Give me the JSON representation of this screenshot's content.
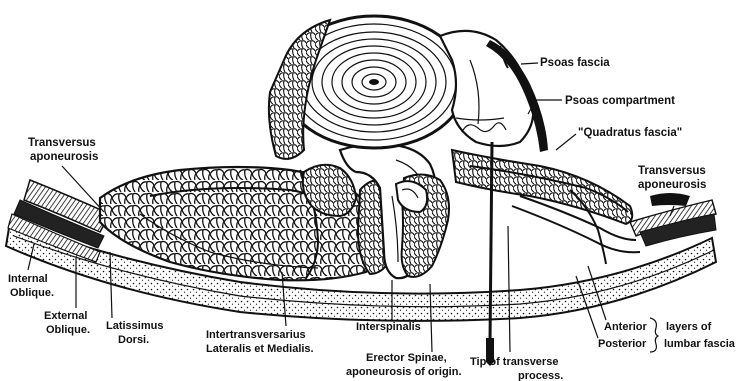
{
  "labels": {
    "psoas_fascia": "Psoas fascia",
    "psoas_compartment": "Psoas compartment",
    "quadratus_fascia": "\"Quadratus fascia\"",
    "transversus_aponeurosis_left_1": "Transversus",
    "transversus_aponeurosis_left_2": "aponeurosis",
    "transversus_aponeurosis_right_1": "Transversus",
    "transversus_aponeurosis_right_2": "aponeurosis",
    "internal_oblique_1": "Internal",
    "internal_oblique_2": "Oblique.",
    "external_oblique_1": "External",
    "external_oblique_2": "Oblique.",
    "latissimus_dorsi_1": "Latissimus",
    "latissimus_dorsi_2": "Dorsi.",
    "intertransversarius_1": "Intertransversarius",
    "intertransversarius_2": "Lateralis et Medialis.",
    "interspinalis": "Interspinalis",
    "erector_spinae_1": "Erector Spinae,",
    "erector_spinae_2": "aponeurosis of origin.",
    "tip_transverse_1": "Tip of transverse",
    "tip_transverse_2": "process.",
    "anterior": "Anterior",
    "posterior": "Posterior",
    "layers_of": "layers of",
    "lumbar_fascia": "lumbar fascia"
  }
}
